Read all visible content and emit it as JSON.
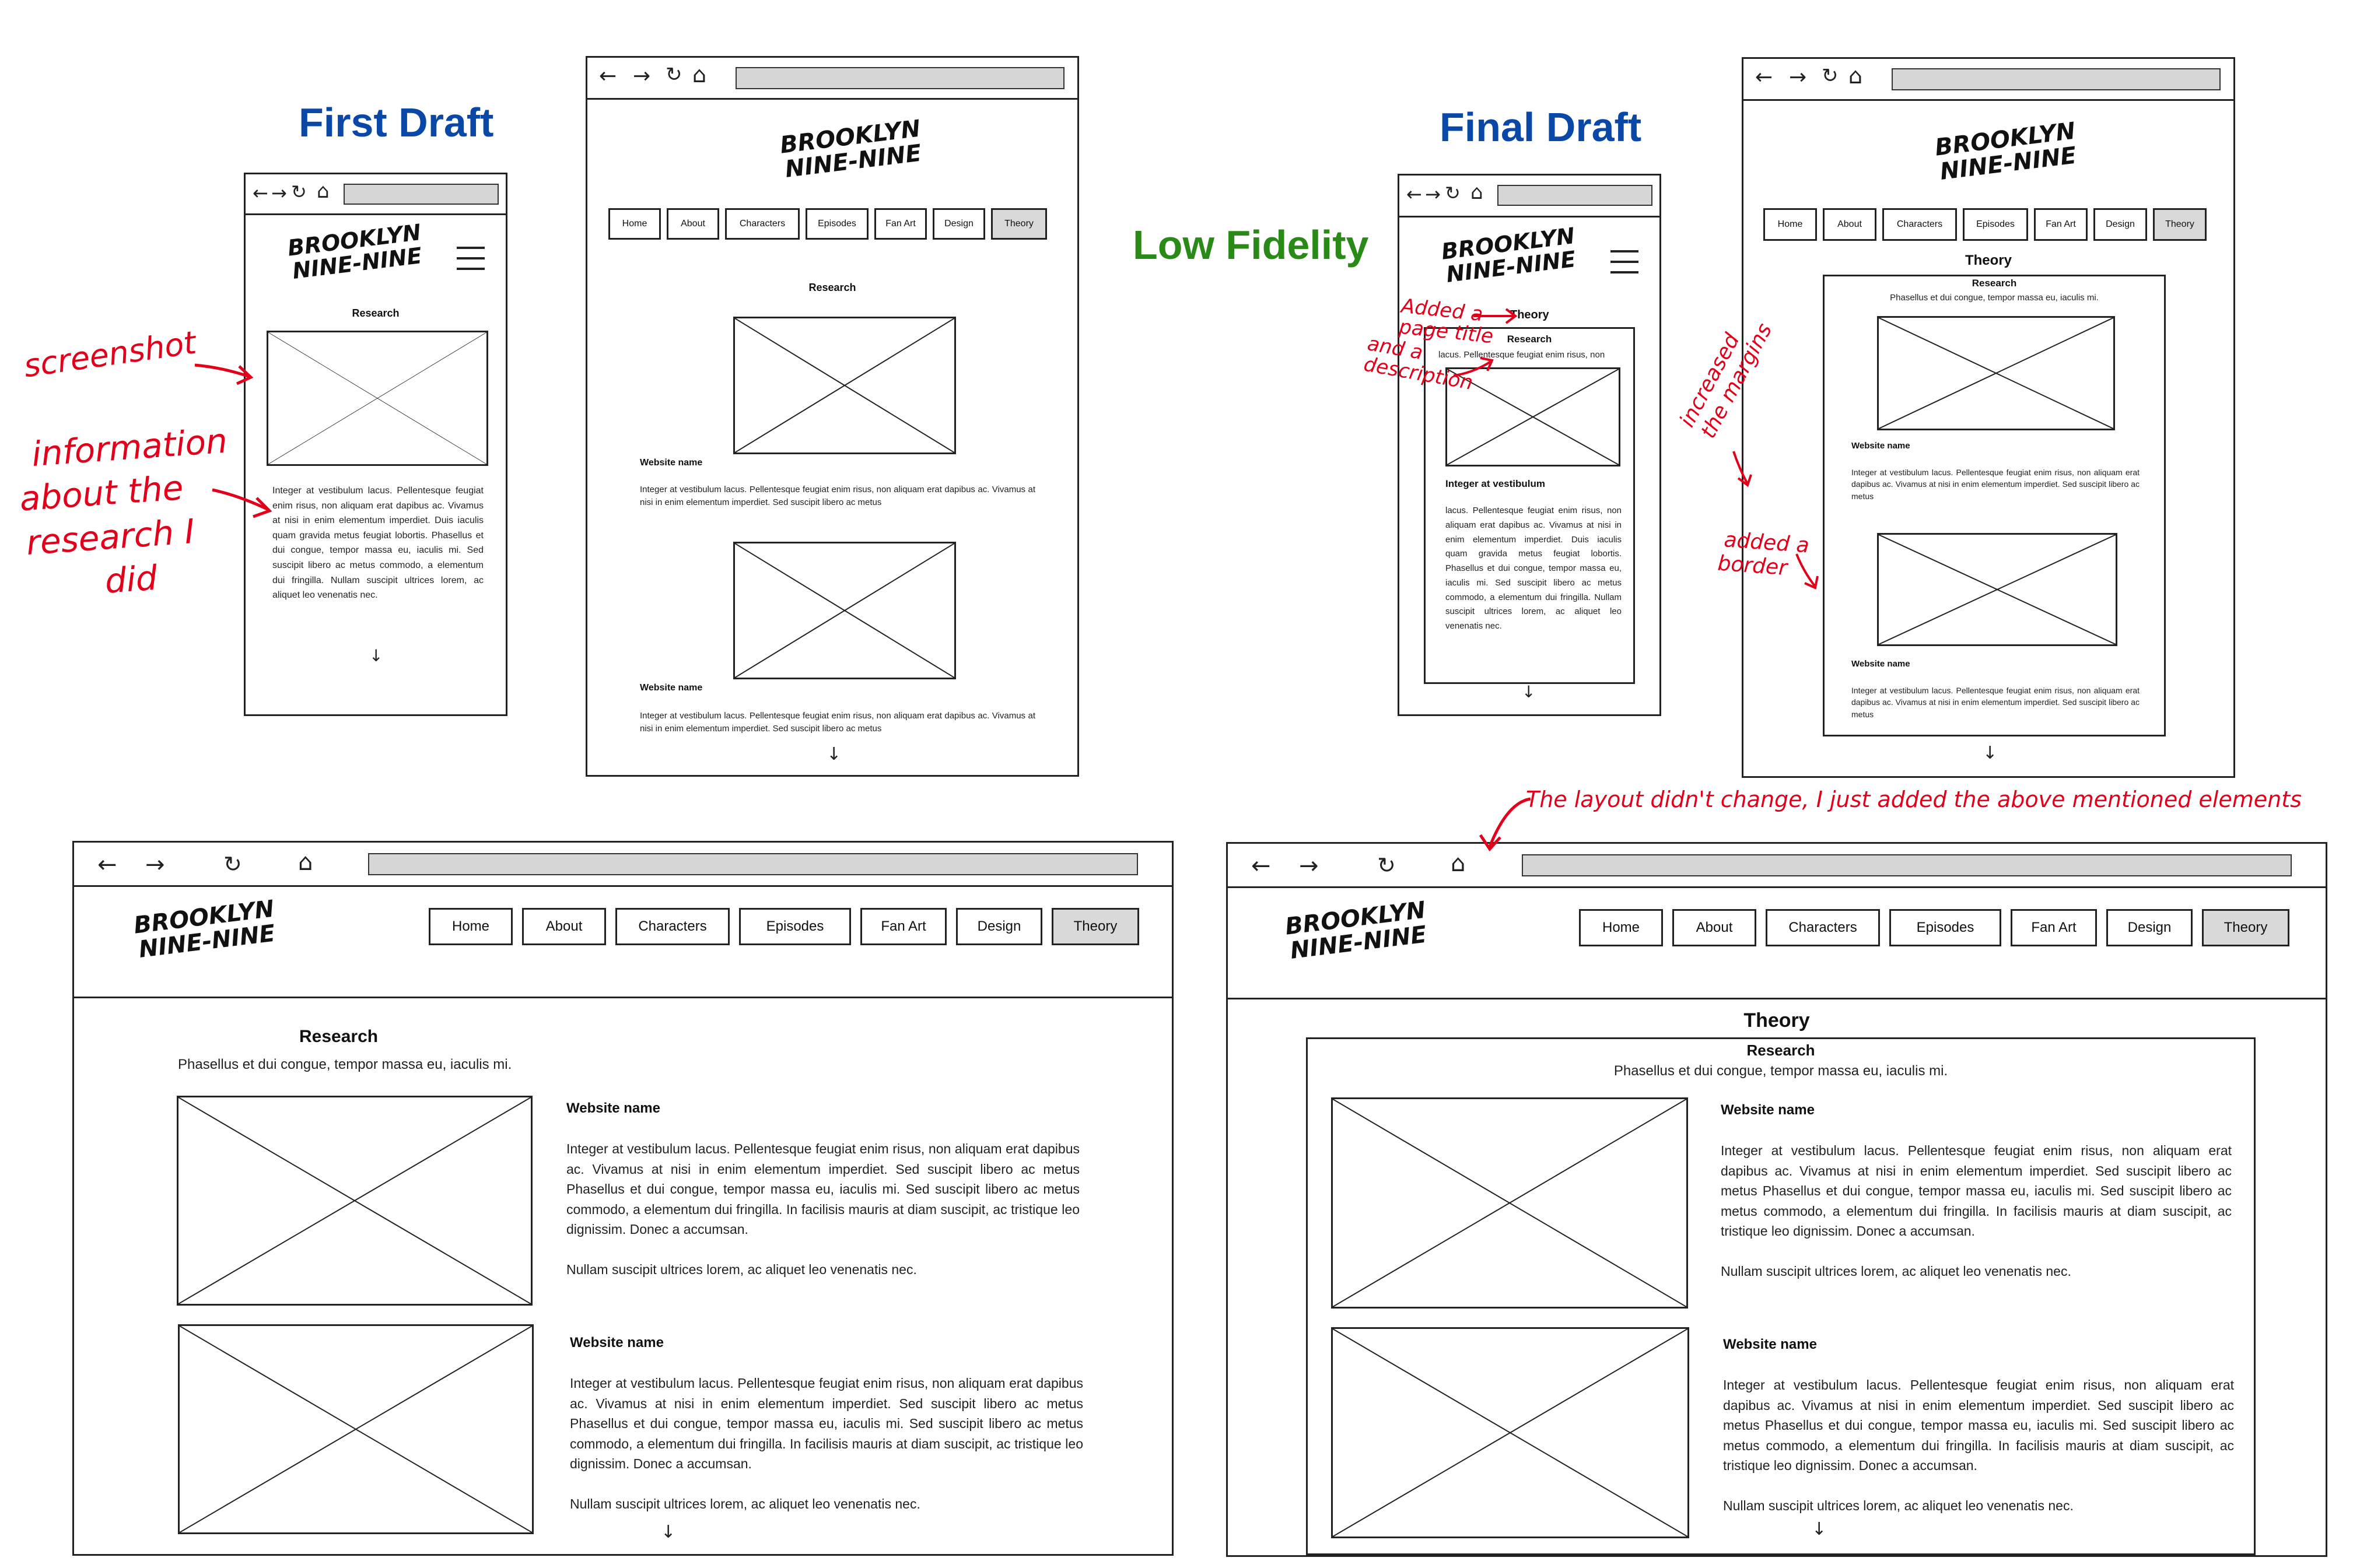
{
  "headings": {
    "first_draft": "First Draft",
    "final_draft": "Final Draft",
    "low_fidelity": "Low Fidelity"
  },
  "colors": {
    "heading_blue": "#0a48a8",
    "heading_green": "#2a8a17",
    "annotation_red": "#e3001b",
    "active_nav_bg": "#d9d9d9",
    "url_bar": "#d6d6d6"
  },
  "icons": {
    "back": "left-arrow-icon",
    "forward": "right-arrow-icon",
    "reload": "reload-icon",
    "home": "home-icon",
    "menu": "hamburger-menu-icon",
    "scroll": "down-arrow-icon"
  },
  "logo": {
    "line1": "BROOKLYN",
    "line2": "NINE-NINE"
  },
  "nav": [
    "Home",
    "About",
    "Characters",
    "Episodes",
    "Fan Art",
    "Design",
    "Theory"
  ],
  "active_nav": "Theory",
  "page": {
    "title": "Theory",
    "section": "Research",
    "description": "Phasellus et dui congue, tempor massa eu, iaculis mi.",
    "website_name": "Website name",
    "item_heading_mobile": "Integer at vestibulum",
    "body_short": "Integer at vestibulum lacus. Pellentesque feugiat enim risus, non aliquam erat dapibus ac. Vivamus at nisi in enim elementum imperdiet. Sed suscipit libero ac metus",
    "body_long": "Integer at vestibulum lacus. Pellentesque feugiat enim risus, non aliquam erat dapibus ac. Vivamus at nisi in enim elementum imperdiet. Sed suscipit libero ac metus Phasellus et dui congue, tempor massa eu, iaculis mi. Sed suscipit libero ac metus commodo, a elementum dui fringilla.  In facilisis mauris at diam suscipit, ac tristique leo dignissim. Donec a accumsan.",
    "body_end": "Nullam suscipit ultrices lorem, ac aliquet leo venenatis nec.",
    "mobile_first_body": "Integer at vestibulum lacus. Pellentesque feugiat enim risus, non aliquam erat dapibus ac. Vivamus at nisi in enim elementum imperdiet. Duis iaculis quam gravida metus feugiat lobortis. Phasellus et dui congue, tempor massa eu, iaculis mi. Sed suscipit libero ac metus commodo, a elementum dui fringilla. Nullam suscipit ultrices lorem, ac aliquet leo venenatis nec.",
    "mobile_final_intro": "lacus. Pellentesque feugiat enim risus, non",
    "mobile_final_body": "lacus. Pellentesque feugiat enim risus, non aliquam erat dapibus ac. Vivamus at nisi in enim elementum imperdiet. Duis iaculis quam gravida metus feugiat lobortis. Phasellus et dui congue, tempor massa eu, iaculis mi. Sed suscipit libero ac metus commodo, a elementum dui fringilla. Nullam suscipit ultrices lorem, ac aliquet leo venenatis nec."
  },
  "annotations": {
    "screenshot": "screenshot",
    "info_l1": "information",
    "info_l2": "about the",
    "info_l3": "research I",
    "info_l4": "did",
    "added_title_l1": "Added a",
    "added_title_l2": "page title",
    "added_desc_l1": "and a",
    "added_desc_l2": "description",
    "margins_l1": "increased",
    "margins_l2": "the margins",
    "border_l1": "added a",
    "border_l2": "border",
    "layout": "The layout didn't change, I just added the above mentioned elements"
  }
}
